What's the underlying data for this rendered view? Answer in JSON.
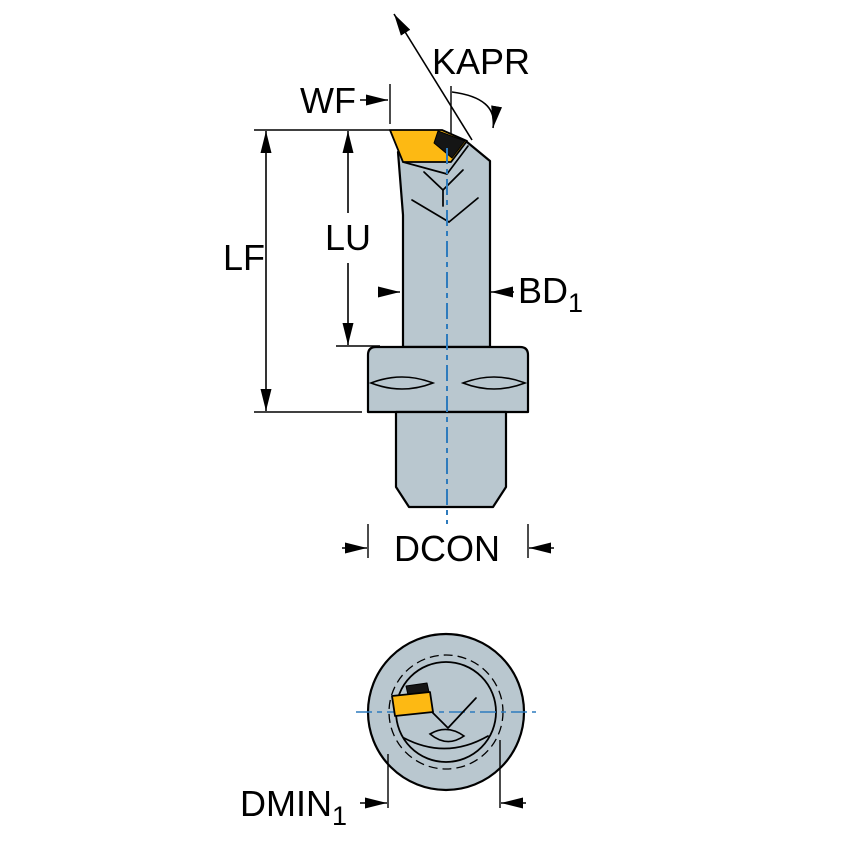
{
  "labels": {
    "kapr": "KAPR",
    "wf": "WF",
    "lf": "LF",
    "lu": "LU",
    "bd": "BD",
    "bd_sub": "1",
    "dcon": "DCON",
    "dmin": "DMIN",
    "dmin_sub": "1"
  },
  "colors": {
    "background": "#ffffff",
    "body": "#b9c7cf",
    "insert": "#fdb913",
    "insert-dark": "#151515",
    "centerline": "#2e7bbd",
    "outline": "#000000"
  }
}
